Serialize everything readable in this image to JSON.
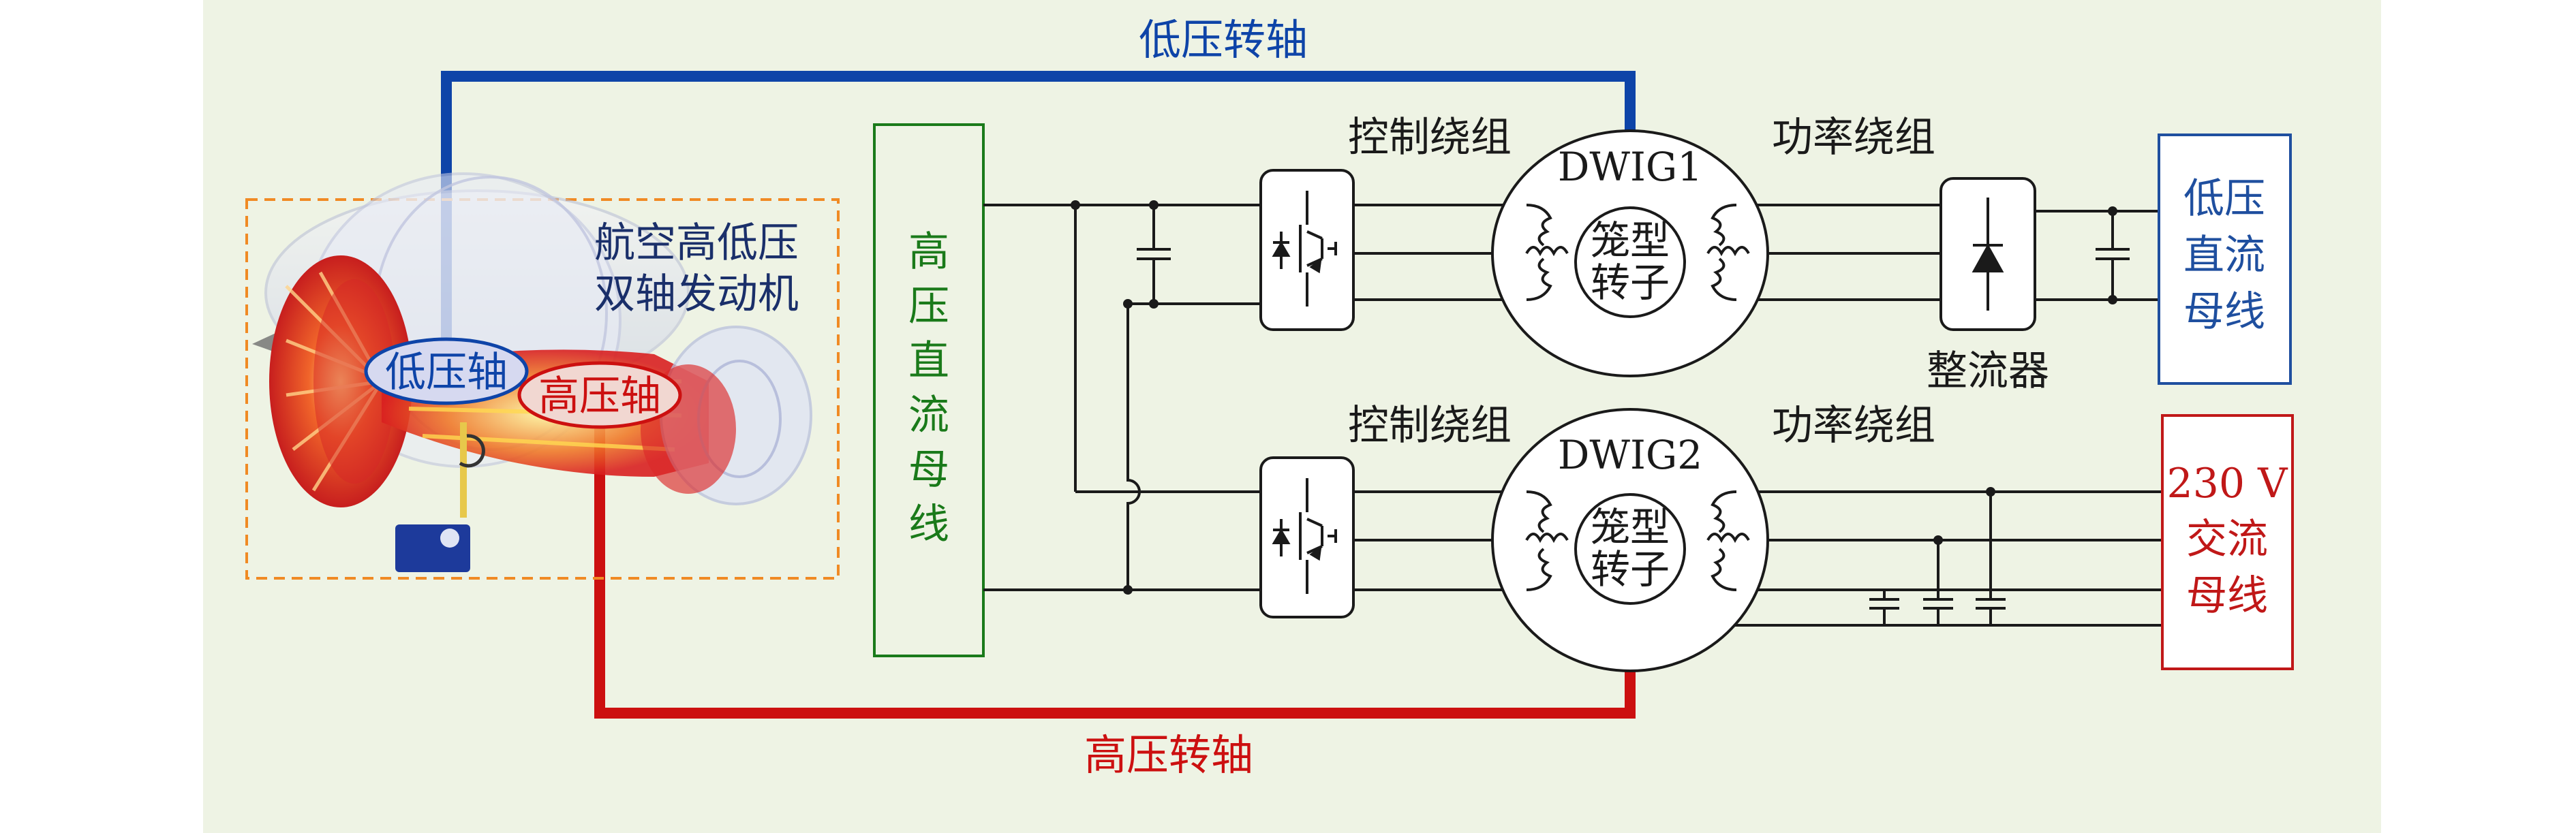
{
  "labels": {
    "lp_shaft_top": "低压转轴",
    "hp_shaft_bottom": "高压转轴",
    "engine_line1": "航空高低压",
    "engine_line2": "双轴发动机",
    "lp_shaft_tag": "低压轴",
    "hp_shaft_tag": "高压轴",
    "hvdc_bus": [
      "高",
      "压",
      "直",
      "流",
      "母",
      "线"
    ],
    "control_winding_1": "控制绕组",
    "power_winding_1": "功率绕组",
    "control_winding_2": "控制绕组",
    "power_winding_2": "功率绕组",
    "machine_1": "DWIG1",
    "machine_2": "DWIG2",
    "rotor_line1": "笼型",
    "rotor_line2": "转子",
    "rectifier": "整流器",
    "lvdc_bus": [
      "低压",
      "直流",
      "母线"
    ],
    "ac_bus": [
      "230 V",
      "交流",
      "母线"
    ]
  },
  "colors": {
    "background": "#eef3e4",
    "lp_shaft": "#0e44a8",
    "hp_shaft": "#cc1010",
    "engine_box": "#f08a24",
    "hvdc_bus": "#1a7a1a",
    "lvdc_bus": "#1f4f9f",
    "ac_bus": "#c01818",
    "circuit": "#1a1a1a",
    "engine_text": "#1a2f6a"
  }
}
